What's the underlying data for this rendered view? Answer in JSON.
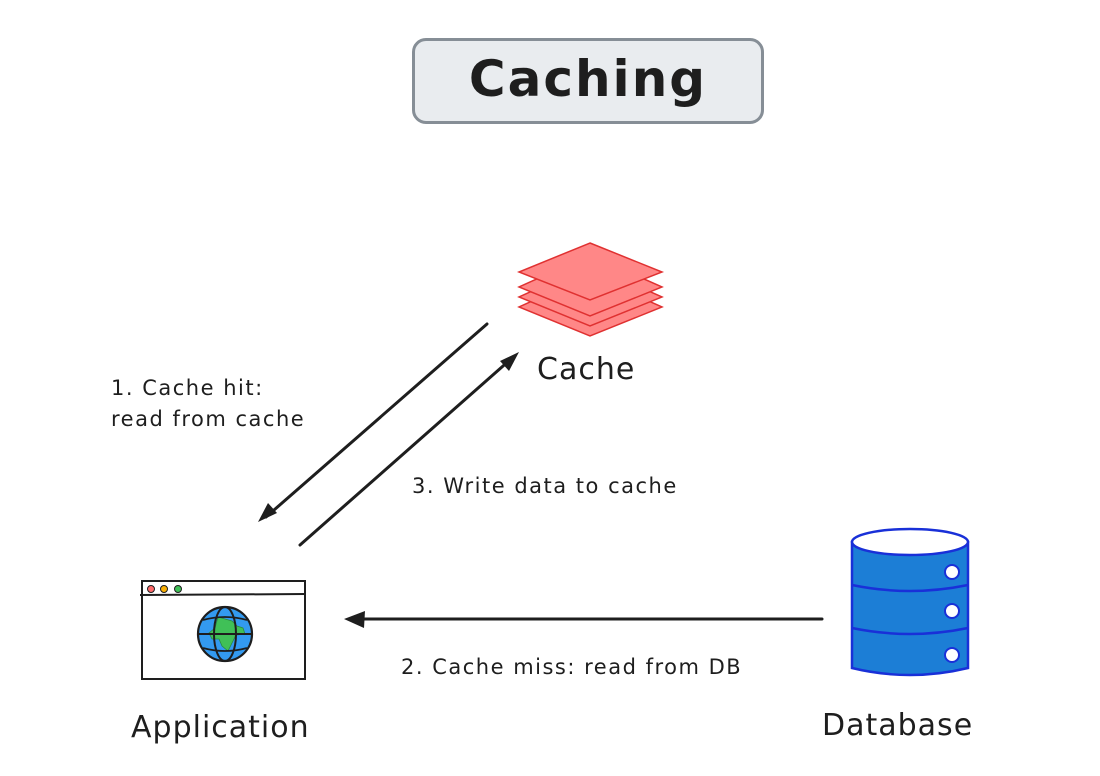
{
  "title": "Caching",
  "nodes": {
    "cache": {
      "label": "Cache",
      "icon": "stacked-layers-icon",
      "color": "#ff8787",
      "stroke": "#e03131"
    },
    "application": {
      "label": "Application",
      "icon": "browser-globe-icon",
      "window_dots": [
        "#ff6b6b",
        "#fab005",
        "#40c057"
      ],
      "globe_color": "#228be6",
      "land_color": "#40c057"
    },
    "database": {
      "label": "Database",
      "icon": "database-cylinder-icon",
      "color": "#1c7ed6",
      "stroke": "#1930d8"
    }
  },
  "edges": [
    {
      "id": "cache-hit",
      "from": "Cache",
      "to": "Application",
      "label_line1": "1. Cache hit:",
      "label_line2": "read from cache"
    },
    {
      "id": "cache-miss",
      "from": "Database",
      "to": "Application",
      "label": "2. Cache miss: read from DB"
    },
    {
      "id": "write-cache",
      "from": "Application",
      "to": "Cache",
      "label": "3. Write data to cache"
    }
  ],
  "colors": {
    "title_bg": "#e9ecef",
    "title_border": "#868e96",
    "ink": "#1e1e1e"
  }
}
